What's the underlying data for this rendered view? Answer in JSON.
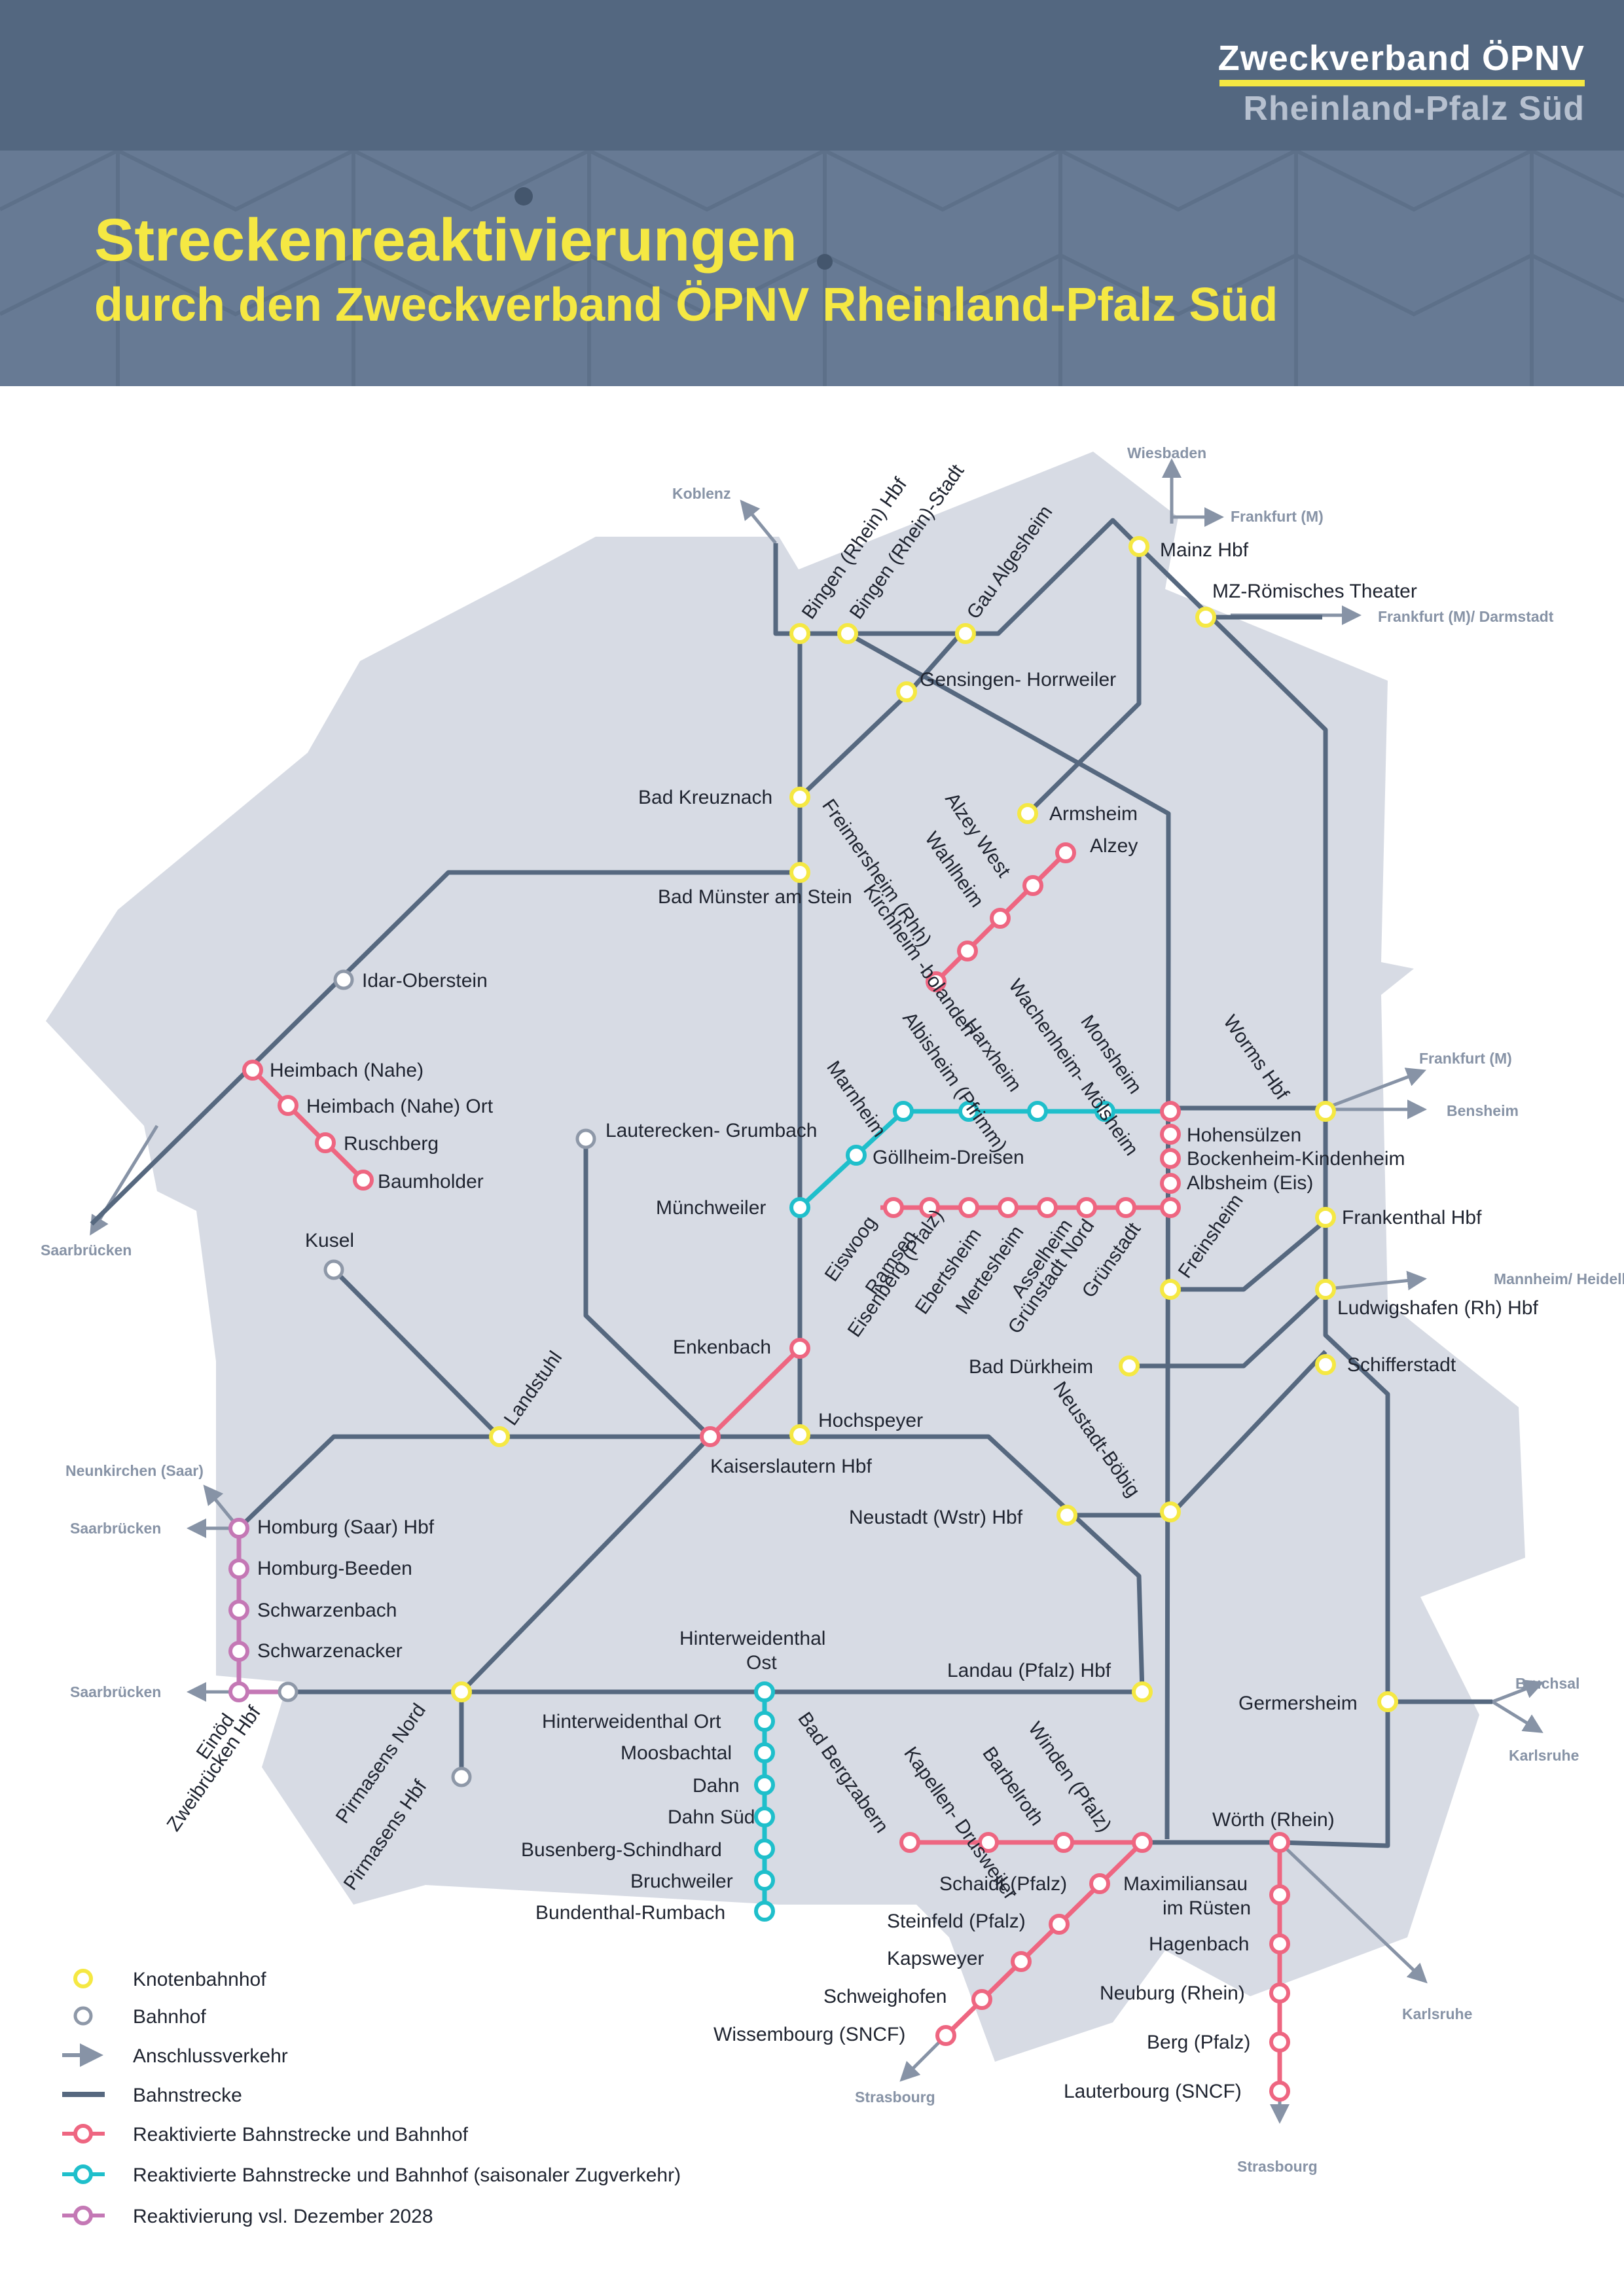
{
  "header": {
    "logo_line1": "Zweckverband ÖPNV",
    "logo_line2": "Rheinland-Pfalz Süd",
    "title_line1": "Streckenreaktivierungen",
    "title_line2": "durch den Zweckverband ÖPNV Rheinland-Pfalz Süd"
  },
  "colors": {
    "header_band": "#536780",
    "header_pattern": "#677a94",
    "title": "#f5e843",
    "region": "#d7dbe4",
    "track": "#56687f",
    "reactivated": "#ee6681",
    "seasonal": "#1fbfcb",
    "planned_2028": "#c478b5",
    "node_station": "#f5e843",
    "station": "#8e98a8",
    "connection": "#8793a6"
  },
  "stations": {
    "koblenz": "Koblenz",
    "wiesbaden": "Wiesbaden",
    "frankfurt_m": "Frankfurt (M)",
    "bingen_hbf": "Bingen (Rhein) Hbf",
    "bingen_stadt": "Bingen (Rhein)-Stadt",
    "gau_algesheim": "Gau Algesheim",
    "mainz_hbf": "Mainz Hbf",
    "mz_theater": "MZ-Römisches Theater",
    "frankfurt_darmstadt": "Frankfurt (M)/ Darmstadt",
    "gensingen": "Gensingen- Horrweiler",
    "bad_kreuznach": "Bad Kreuznach",
    "armsheim": "Armsheim",
    "alzey_west": "Alzey West",
    "alzey": "Alzey",
    "freimersheim": "Freimersheim (Rhh)",
    "wahlheim": "Wahlheim",
    "kirchheimbolanden": "Kirchheim -bolanden",
    "bad_muenster": "Bad Münster am Stein",
    "idar_oberstein": "Idar-Oberstein",
    "heimbach_nahe": "Heimbach (Nahe)",
    "heimbach_ort": "Heimbach (Nahe) Ort",
    "ruschberg": "Ruschberg",
    "baumholder": "Baumholder",
    "saarbruecken": "Saarbrücken",
    "lauterecken": "Lauterecken- Grumbach",
    "marnheim": "Marnheim",
    "albisheim": "Albisheim (Pfrimm)",
    "harxheim": "Harxheim",
    "wachenheim": "Wachenheim- Mölsheim",
    "monsheim": "Monsheim",
    "worms": "Worms Hbf",
    "frankfurt_m2": "Frankfurt (M)",
    "bensheim": "Bensheim",
    "goellheim": "Göllheim-Dreisen",
    "hohensuelzen": "Hohensülzen",
    "bockenheim": "Bockenheim-Kindenheim",
    "albsheim": "Albsheim (Eis)",
    "muenchweiler": "Münchweiler",
    "kusel": "Kusel",
    "eiswoog": "Eiswoog",
    "ramsen": "Ramsen",
    "eisenberg": "Eisenberg (Pfalz)",
    "ebertsheim": "Ebertsheim",
    "mertesheim": "Mertesheim",
    "asselheim": "Asselheim",
    "gruenstadt_nord": "Grünstadt Nord",
    "gruenstadt": "Grünstadt",
    "frankenthal": "Frankenthal Hbf",
    "freinsheim": "Freinsheim",
    "mannheim": "Mannheim/ Heidelberg",
    "ludwigshafen": "Ludwigshafen (Rh) Hbf",
    "schifferstadt": "Schifferstadt",
    "enkenbach": "Enkenbach",
    "bad_duerkheim": "Bad Dürkheim",
    "landstuhl": "Landstuhl",
    "hochspeyer": "Hochspeyer",
    "kaiserslautern": "Kaiserslautern Hbf",
    "neustadt_boebig": "Neustadt-Böbig",
    "neunkirchen": "Neunkirchen (Saar)",
    "saarbruecken2": "Saarbrücken",
    "homburg_hbf": "Homburg (Saar) Hbf",
    "homburg_beeden": "Homburg-Beeden",
    "schwarzenbach": "Schwarzenbach",
    "schwarzenacker": "Schwarzenacker",
    "neustadt_hbf": "Neustadt (Wstr) Hbf",
    "saarbruecken3": "Saarbrücken",
    "einoed": "Einöd",
    "zweibruecken": "Zweibrücken Hbf",
    "pirmasens_nord": "Pirmasens Nord",
    "pirmasens_hbf": "Pirmasens Hbf",
    "hinterweidenthal_ost": "Hinterweidenthal Ost",
    "hinterweidenthal_ort": "Hinterweidenthal Ort",
    "moosbachtal": "Moosbachtal",
    "dahn": "Dahn",
    "dahn_sued": "Dahn Süd",
    "busenberg": "Busenberg-Schindhard",
    "bruchweiler": "Bruchweiler",
    "bundenthal": "Bundenthal-Rumbach",
    "landau": "Landau (Pfalz) Hbf",
    "germersheim": "Germersheim",
    "bruchsal": "Bruchsal",
    "karlsruhe": "Karlsruhe",
    "bad_bergzabern": "Bad Bergzabern",
    "kapellen": "Kapellen- Drusweiler",
    "barbelroth": "Barbelroth",
    "winden": "Winden (Pfalz)",
    "woerth": "Wörth (Rhein)",
    "schaidt": "Schaidt (Pfalz)",
    "maximiliansau": "Maximiliansau im Rüsten",
    "steinfeld": "Steinfeld (Pfalz)",
    "hagenbach": "Hagenbach",
    "kapsweyer": "Kapsweyer",
    "neuburg": "Neuburg (Rhein)",
    "schweighofen": "Schweighofen",
    "berg": "Berg (Pfalz)",
    "wissembourg": "Wissembourg (SNCF)",
    "karlsruhe2": "Karlsruhe",
    "lauterbourg": "Lauterbourg (SNCF)",
    "strasbourg": "Strasbourg",
    "strasbourg2": "Strasbourg"
  },
  "legend": [
    {
      "label": "Knotenbahnhof",
      "icon": "node-station-icon"
    },
    {
      "label": "Bahnhof",
      "icon": "station-icon"
    },
    {
      "label": "Anschlussverkehr",
      "icon": "connection-arrow-icon"
    },
    {
      "label": "Bahnstrecke",
      "icon": "track-line-icon"
    },
    {
      "label": "Reaktivierte Bahnstrecke und Bahnhof",
      "icon": "reactivated-line-icon"
    },
    {
      "label": "Reaktivierte Bahnstrecke und Bahnhof (saisonaler Zugverkehr)",
      "icon": "seasonal-line-icon"
    },
    {
      "label": "Reaktivierung vsl. Dezember 2028",
      "icon": "planned-line-icon"
    }
  ]
}
